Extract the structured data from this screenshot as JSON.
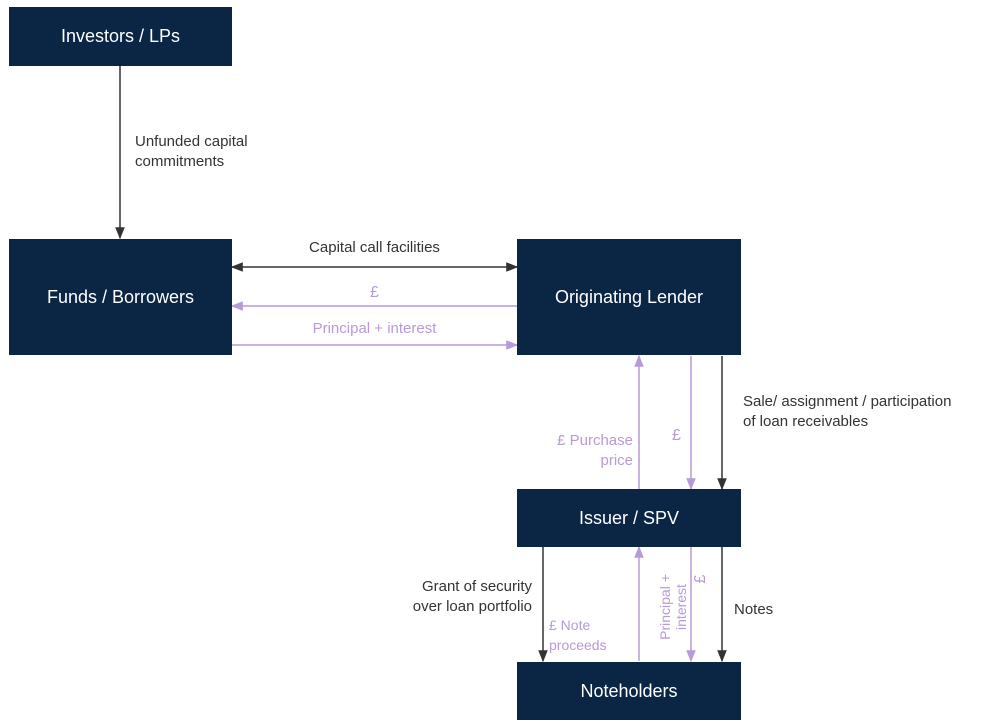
{
  "nodes": {
    "investors": "Investors / LPs",
    "funds": "Funds / Borrowers",
    "lender": "Originating Lender",
    "issuer": "Issuer / SPV",
    "noteholders": "Noteholders"
  },
  "labels": {
    "unfunded_1": "Unfunded capital",
    "unfunded_2": "commitments",
    "capital_call": "Capital call facilities",
    "pound_loan": "£",
    "principal_interest": "Principal + interest",
    "sale_1": "Sale/ assignment / participation",
    "sale_2": "of loan receivables",
    "purchase_1": "£ Purchase",
    "purchase_2": "price",
    "pound_issuer": "£",
    "grant_1": "Grant of security",
    "grant_2": "over loan portfolio",
    "note_proceeds_1": "£ Note",
    "note_proceeds_2": "proceeds",
    "principal_rot_1": "Principal +",
    "principal_rot_2": "interest",
    "pound_notes": "£",
    "notes": "Notes"
  },
  "colors": {
    "box": "#0b2545",
    "dark_arrow": "#333333",
    "purple_arrow": "#b79ad8"
  }
}
